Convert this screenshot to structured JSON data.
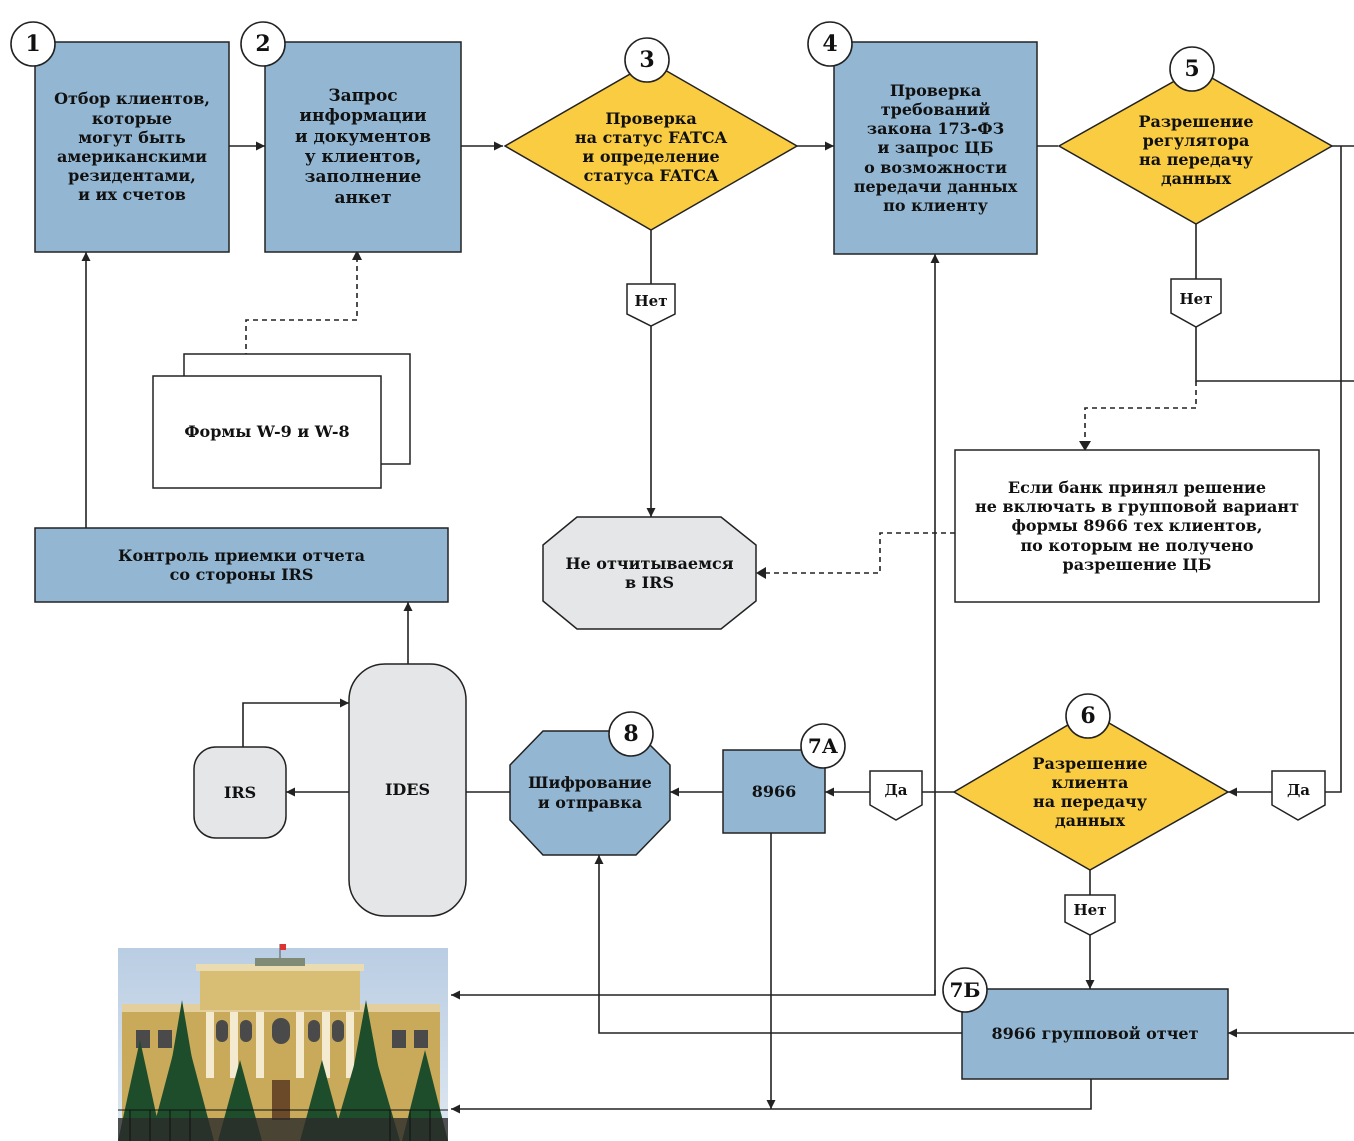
{
  "colors": {
    "process_box": "#93B7D3",
    "decision": "#F9CC42",
    "terminal": "#E4E6E8",
    "line": "#222222",
    "background": "#FFFFFF"
  },
  "steps": {
    "n1": "1",
    "n2": "2",
    "n3": "3",
    "n4": "4",
    "n5": "5",
    "n6": "6",
    "n7a": "7А",
    "n7b": "7Б",
    "n8": "8"
  },
  "nodes": {
    "select_clients": "Отбор клиентов,\nкоторые\nмогут быть\nамериканскими\nрезидентами,\nи их счетов",
    "request_info": "Запрос\nинформации\nи документов\nу клиентов,\nзаполнение\nанкет",
    "fatca_check": "Проверка\nна статус FATCA\nи определение\nстатуса FATCA",
    "law_check": "Проверка\nтребований\nзакона 173-ФЗ\nи запрос ЦБ\nо возможности\nпередачи данных\nпо клиенту",
    "regulator_permission": "Разрешение\nрегулятора\nна передачу\nданных",
    "forms": "Формы W-9 и W-8",
    "irs_control": "Контроль приемки отчета\nсо стороны IRS",
    "not_reported": "Не отчитываемся\nв IRS",
    "bank_decision_note": "Если банк принял решение\nне включать в групповой вариант\nформы 8966 тех клиентов,\nпо которым не получено\nразрешение ЦБ",
    "irs": "IRS",
    "ides": "IDES",
    "encrypt_send": "Шифрование\nи отправка",
    "form_8966": "8966",
    "client_permission": "Разрешение\nклиента\nна передачу\nданных",
    "group_report": "8966 групповой отчет"
  },
  "tags": {
    "no_3": "Нет",
    "no_5": "Нет",
    "no_6": "Нет",
    "yes_7a": "Да",
    "yes_6": "Да"
  },
  "icons": {
    "central_bank_building": "central-bank-building-photo"
  }
}
